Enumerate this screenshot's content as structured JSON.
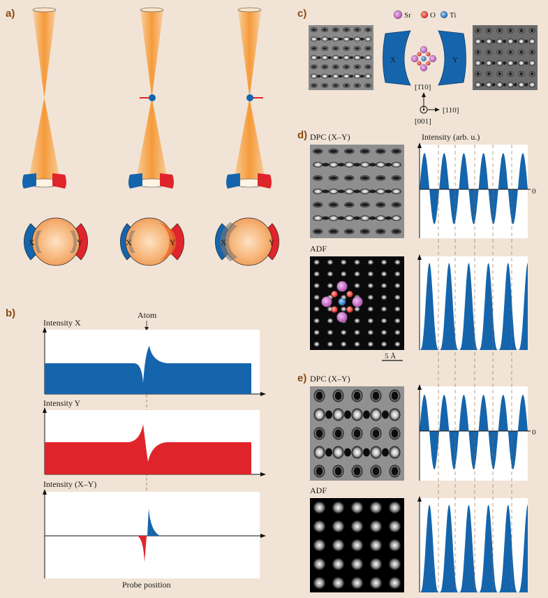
{
  "panels": {
    "a": "a)",
    "b": "b)",
    "c": "c)",
    "d": "d)",
    "e": "e)"
  },
  "panel_a": {
    "det_x": "X",
    "det_y": "Y"
  },
  "panel_b": {
    "atom_label": "Atom",
    "intensity_x_label": "Intensity X",
    "intensity_y_label": "Intensity Y",
    "intensity_diff_label": "Intensity (X–Y)",
    "xlabel": "Probe position"
  },
  "panel_c": {
    "legend": [
      "Sr",
      "O",
      "Ti"
    ],
    "det_x": "X",
    "det_y": "Y",
    "axis_up": "[1̄10]",
    "axis_right": "[110]",
    "axis_out": "[001]"
  },
  "panel_d": {
    "dpc_label": "DPC (X–Y)",
    "adf_label": "ADF",
    "intensity_label": "Intensity (arb. u.)",
    "zero": "0",
    "scalebar": "5 Å"
  },
  "panel_e": {
    "dpc_label": "DPC (X–Y)",
    "adf_label": "ADF",
    "zero": "0"
  },
  "colors": {
    "blue": "#1565ad",
    "red": "#e0242b",
    "orange": "#f59a3a",
    "bg": "#f1e4d6",
    "label": "#8a4a12"
  }
}
